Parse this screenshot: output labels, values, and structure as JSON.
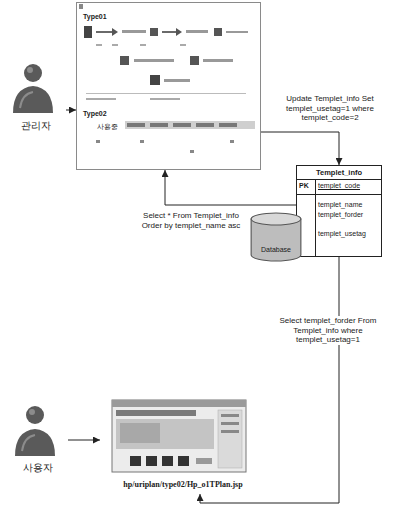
{
  "diagram": {
    "nodes": [
      {
        "text": [
          "관리자"
        ]
      },
      {
        "text": [
          "Type01",
          "Type02",
          "사용중"
        ]
      },
      {
        "text": [
          "Templet_info",
          "PK",
          "templet_code",
          "templet_name",
          "templet_forder",
          "templet_usetag"
        ]
      },
      {
        "text": [
          "Database"
        ]
      },
      {
        "text": [
          "사용자"
        ]
      },
      {
        "text": [
          "hp/uriplan/type02/Hp_o1TPlan.jsp"
        ]
      }
    ],
    "edges": [
      {
        "from": 0,
        "to": 1,
        "arrow": "to"
      },
      {
        "from": 1,
        "to": 2,
        "label": "Update Templet_info Set templet_usetag=1 where templet_code=2",
        "arrow": "to"
      },
      {
        "from": 2,
        "to": 1,
        "label": "Select * From Templet_info Order by templet_name asc",
        "arrow": "to"
      },
      {
        "from": 2,
        "to": 5,
        "label": "Select templet_forder From Templet_info where templet_usetag=1",
        "arrow": "to"
      },
      {
        "from": 4,
        "to": 5,
        "arrow": "to"
      }
    ]
  }
}
